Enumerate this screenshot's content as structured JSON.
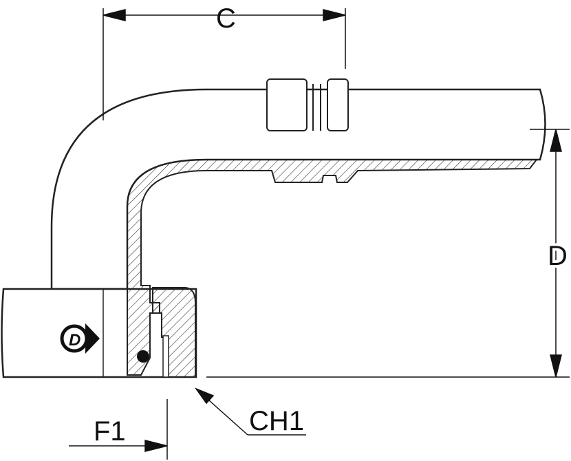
{
  "diagram": {
    "dimensions": {
      "c": "C",
      "d": "D",
      "f1": "F1",
      "ch1": "CH1"
    },
    "logo": {
      "name": "dunlop-logo",
      "text": "D",
      "brand_color": "#111111"
    },
    "colors": {
      "outline": "#1a1a1a",
      "body": "#ffffff",
      "hatch": "#333333"
    }
  }
}
